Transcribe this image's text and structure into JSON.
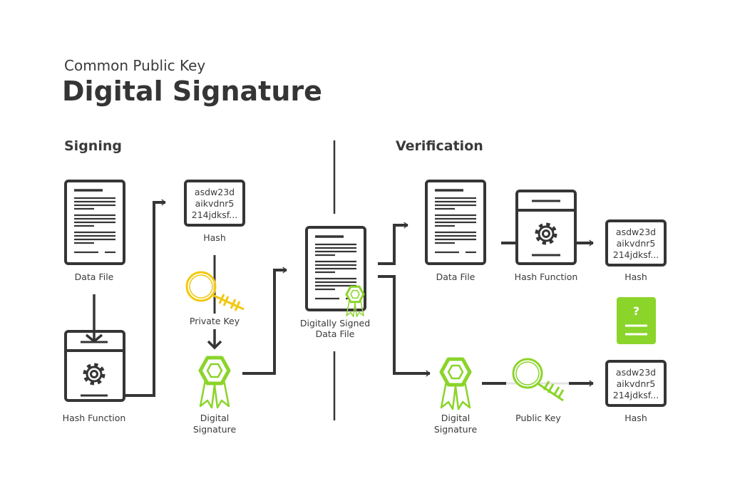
{
  "header": {
    "subtitle": "Common Public Key",
    "title": "Digital Signature"
  },
  "signing": {
    "heading": "Signing",
    "data_file": "Data File",
    "hash_function": "Hash Function",
    "hash_lines": [
      "asdw23d",
      "aikvdnr5",
      "214jdksf..."
    ],
    "hash_label": "Hash",
    "private_key": "Private Key",
    "signature_lines": [
      "Digital",
      "Signature"
    ]
  },
  "signed_file": {
    "lines": [
      "Digitally Signed",
      "Data File"
    ]
  },
  "verification": {
    "heading": "Verification",
    "data_file": "Data File",
    "hash_function": "Hash Function",
    "hash_top_lines": [
      "asdw23d",
      "aikvdnr5",
      "214jdksf..."
    ],
    "hash_top_label": "Hash",
    "compare_symbol": "?",
    "signature_lines": [
      "Digital",
      "Signature"
    ],
    "public_key": "Public Key",
    "hash_bottom_lines": [
      "asdw23d",
      "aikvdnr5",
      "214jdksf..."
    ],
    "hash_bottom_label": "Hash"
  },
  "colors": {
    "dark": "#353535",
    "green": "#8bd42a",
    "yellow": "#f2c811"
  }
}
